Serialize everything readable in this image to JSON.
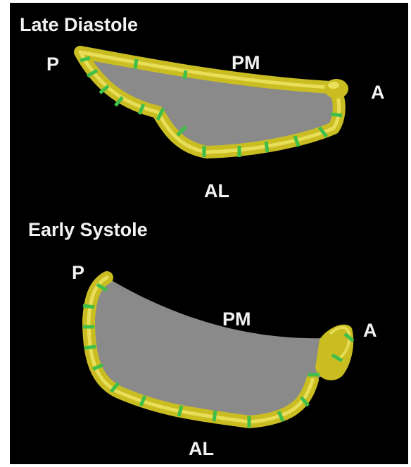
{
  "panels": [
    {
      "title": "Late Diastole",
      "labels": {
        "posterior": "P",
        "posteromedial": "PM",
        "anterior": "A",
        "anterolateral": "AL"
      }
    },
    {
      "title": "Early Systole",
      "labels": {
        "posterior": "P",
        "posteromedial": "PM",
        "anterior": "A",
        "anterolateral": "AL"
      }
    }
  ],
  "colors": {
    "background": "#000000",
    "leaflet": "#8a8a8a",
    "annulus": "#d2c72a",
    "annulus_highlight": "#f1ea6a",
    "markers": "#3fbf49",
    "text": "#f2f2f2"
  }
}
